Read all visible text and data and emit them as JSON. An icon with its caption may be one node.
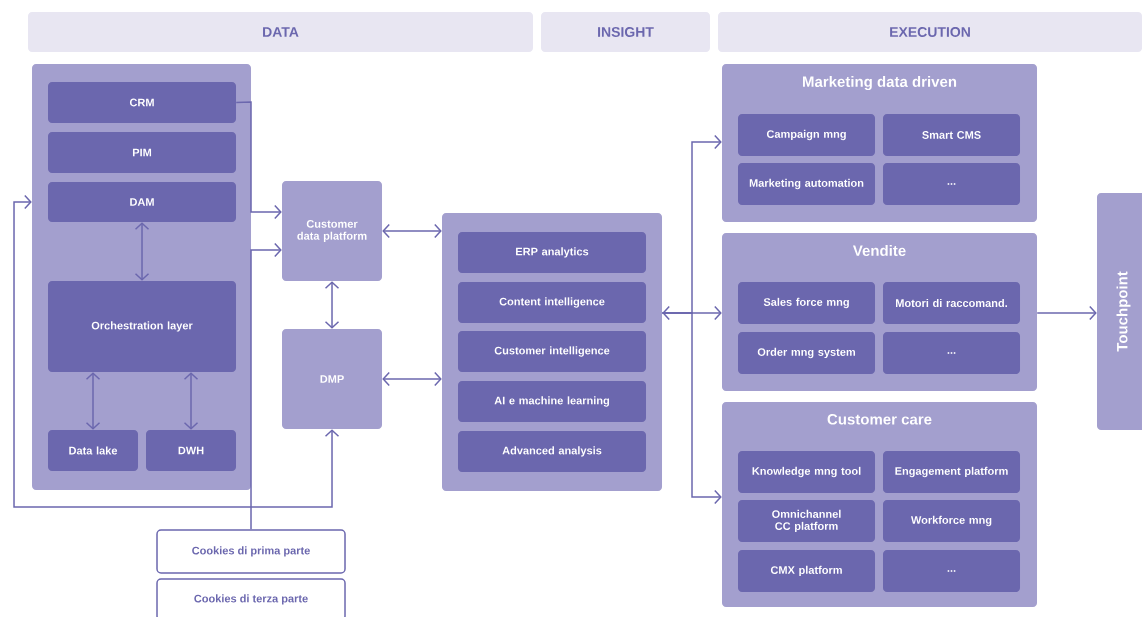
{
  "diagram": {
    "nodes": [
      {
        "text": [
          "DATA"
        ]
      },
      {
        "text": [
          "INSIGHT"
        ]
      },
      {
        "text": [
          "EXECUTION"
        ]
      },
      {
        "text": [],
        "shape": "box"
      },
      {
        "text": [
          "CRM"
        ],
        "in": 3
      },
      {
        "text": [
          "PIM"
        ],
        "in": 3
      },
      {
        "text": [
          "DAM"
        ],
        "in": 3
      },
      {
        "text": [
          "Orchestration layer"
        ],
        "in": 3
      },
      {
        "text": [
          "Data lake"
        ],
        "in": 3
      },
      {
        "text": [
          "DWH"
        ],
        "in": 3
      },
      {
        "text": [
          "Customer data platform"
        ]
      },
      {
        "text": [
          "DMP"
        ]
      },
      {
        "text": [],
        "shape": "box"
      },
      {
        "text": [
          "ERP analytics"
        ],
        "in": 12
      },
      {
        "text": [
          "Content intelligence"
        ],
        "in": 12
      },
      {
        "text": [
          "Customer intelligence"
        ],
        "in": 12
      },
      {
        "text": [
          "AI e machine learning"
        ],
        "in": 12
      },
      {
        "text": [
          "Advanced analysis"
        ],
        "in": 12
      },
      {
        "text": [
          "Marketing data driven"
        ]
      },
      {
        "text": [
          "Campaign mng"
        ],
        "in": 18
      },
      {
        "text": [
          "Smart CMS"
        ],
        "in": 18
      },
      {
        "text": [
          "Marketing automation"
        ],
        "in": 18
      },
      {
        "text": [
          "..."
        ],
        "in": 18
      },
      {
        "text": [
          "Vendite"
        ]
      },
      {
        "text": [
          "Sales force mng"
        ],
        "in": 23
      },
      {
        "text": [
          "Motori di raccomand."
        ],
        "in": 23
      },
      {
        "text": [
          "Order mng system"
        ],
        "in": 23
      },
      {
        "text": [
          "..."
        ],
        "in": 23
      },
      {
        "text": [
          "Customer care"
        ]
      },
      {
        "text": [
          "Knowledge mng tool"
        ],
        "in": 28
      },
      {
        "text": [
          "Engagement platform"
        ],
        "in": 28
      },
      {
        "text": [
          "Omnichannel CC platform"
        ],
        "in": 28
      },
      {
        "text": [
          "Workforce mng"
        ],
        "in": 28
      },
      {
        "text": [
          "CMX platform"
        ],
        "in": 28
      },
      {
        "text": [
          "..."
        ],
        "in": 28
      },
      {
        "text": [
          "Touchpoint"
        ]
      },
      {
        "text": [
          "Cookies di prima parte"
        ]
      },
      {
        "text": [
          "Cookies di terza parte"
        ]
      }
    ],
    "edges": [
      {
        "from": 4,
        "to": 10,
        "arrow": "to"
      },
      {
        "from": 36,
        "to": 10,
        "arrow": "to"
      },
      {
        "from": 6,
        "to": 7,
        "arrow": "both"
      },
      {
        "from": 7,
        "to": 8,
        "arrow": "both"
      },
      {
        "from": 7,
        "to": 9,
        "arrow": "both"
      },
      {
        "from": 10,
        "to": 11,
        "arrow": "both"
      },
      {
        "from": 10,
        "to": 12,
        "arrow": "both"
      },
      {
        "from": 11,
        "to": 12,
        "arrow": "both"
      },
      {
        "from": 11,
        "to": 3,
        "arrow": "both"
      },
      {
        "from": 12,
        "to": 18,
        "arrow": "to"
      },
      {
        "from": 12,
        "to": 23,
        "arrow": "both"
      },
      {
        "from": 12,
        "to": 28,
        "arrow": "to"
      },
      {
        "from": 23,
        "to": 35,
        "arrow": "to"
      }
    ]
  }
}
